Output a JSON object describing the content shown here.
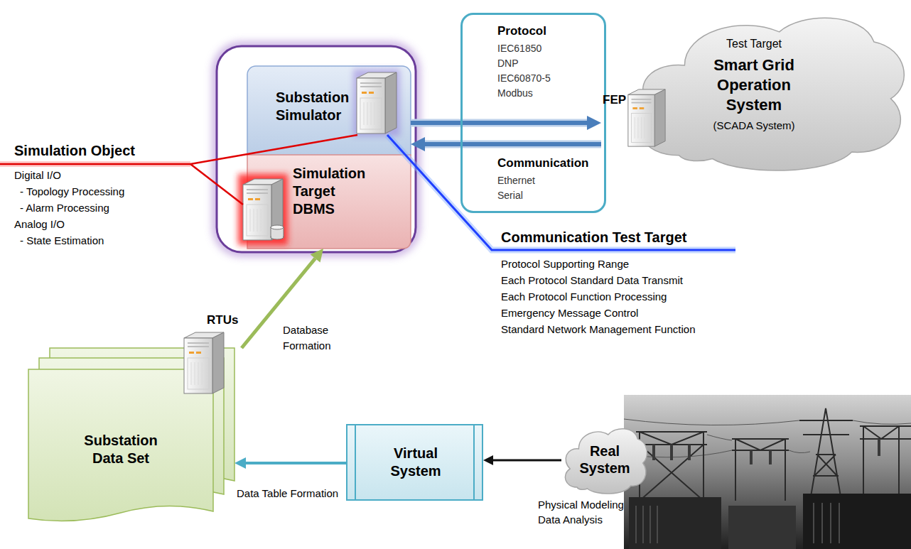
{
  "diagram": {
    "nodes": [
      {
        "text": [
          "Substation Simulator"
        ]
      },
      {
        "text": [
          "Simulation Target DBMS"
        ]
      },
      {
        "text": [
          "Protocol",
          "IEC61850 DNP IEC60870-5 Modbus",
          "Communication",
          "Ethernet Serial"
        ]
      },
      {
        "text": [
          "FEP"
        ]
      },
      {
        "text": [
          "Test Target",
          "Smart Grid Operation System",
          "(SCADA System)"
        ]
      },
      {
        "text": [
          "RTUs"
        ]
      },
      {
        "text": [
          "Substation Data Set"
        ]
      },
      {
        "text": [
          "Virtual System"
        ]
      },
      {
        "text": [
          "Real System"
        ]
      }
    ],
    "edges": [
      {
        "from": 0,
        "to": 3,
        "arrow": "to"
      },
      {
        "from": 3,
        "to": 0,
        "arrow": "to"
      },
      {
        "from": 5,
        "to": 1,
        "arrow": "to",
        "label": "Database Formation"
      },
      {
        "from": 7,
        "to": 6,
        "arrow": "to",
        "label": "Data Table Formation"
      },
      {
        "from": 8,
        "to": 7,
        "arrow": "to"
      }
    ],
    "labels": [
      "Simulation Object",
      "Digital I/O",
      "- Topology Processing",
      "- Alarm Processing",
      "Analog I/O",
      "- State Estimation",
      "Communication Test Target",
      "Protocol Supporting Range",
      "Each Protocol Standard Data Transmit",
      "Each Protocol Function Processing",
      "Emergency Message Control",
      "Standard Network Management Function",
      "Physical Modeling",
      "Data Analysis"
    ]
  }
}
